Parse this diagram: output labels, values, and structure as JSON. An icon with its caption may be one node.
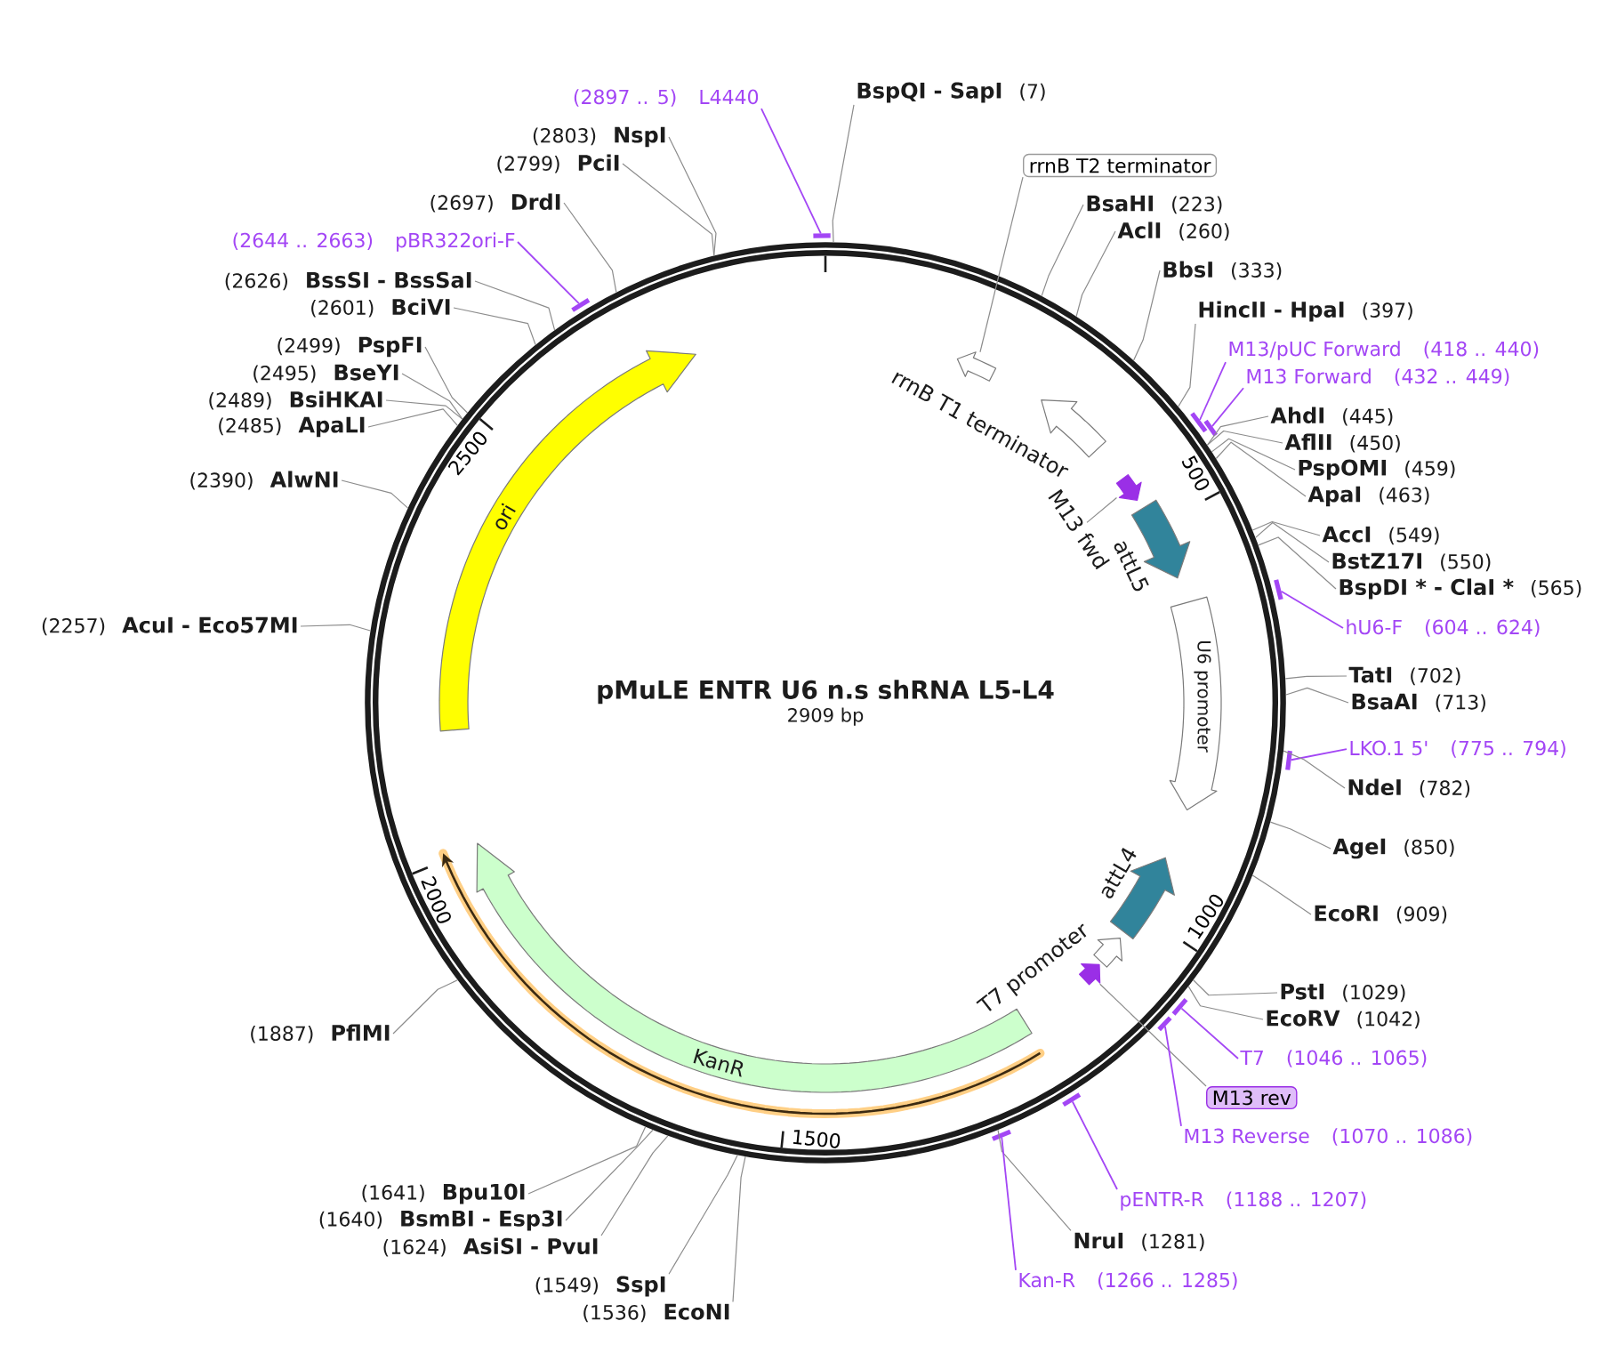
{
  "diagram": {
    "nodes": [
      {
        "text": [
          "pMuLE ENTR U6 n.s shRNA L5-L4",
          "2909 bp"
        ]
      },
      {
        "text": [
          "BspQI",
          "- SapI",
          "(7)"
        ]
      },
      {
        "text": [
          "rrnB T2 terminator"
        ]
      },
      {
        "text": [
          "BsaHI",
          "(223)"
        ]
      },
      {
        "text": [
          "AclI",
          "(260)"
        ]
      },
      {
        "text": [
          "BbsI",
          "(333)"
        ]
      },
      {
        "text": [
          "HincII",
          "- HpaI",
          "(397)"
        ]
      },
      {
        "text": [
          "M13/pUC Forward",
          "(418 .. 440)"
        ]
      },
      {
        "text": [
          "M13 Forward",
          "(432 .. 449)"
        ]
      },
      {
        "text": [
          "AhdI",
          "(445)"
        ]
      },
      {
        "text": [
          "AflII",
          "(450)"
        ]
      },
      {
        "text": [
          "PspOMI",
          "(459)"
        ]
      },
      {
        "text": [
          "ApaI",
          "(463)"
        ]
      },
      {
        "text": [
          "AccI",
          "(549)"
        ]
      },
      {
        "text": [
          "BstZ17I",
          "(550)"
        ]
      },
      {
        "text": [
          "BspDI *",
          "- ClaI *",
          "(565)"
        ]
      },
      {
        "text": [
          "hU6-F",
          "(604 .. 624)"
        ]
      },
      {
        "text": [
          "TatI",
          "(702)"
        ]
      },
      {
        "text": [
          "BsaAI",
          "(713)"
        ]
      },
      {
        "text": [
          "LKO.1 5'",
          "(775 .. 794)"
        ]
      },
      {
        "text": [
          "NdeI",
          "(782)"
        ]
      },
      {
        "text": [
          "AgeI",
          "(850)"
        ]
      },
      {
        "text": [
          "EcoRI",
          "(909)"
        ]
      },
      {
        "text": [
          "PstI",
          "(1029)"
        ]
      },
      {
        "text": [
          "EcoRV",
          "(1042)"
        ]
      },
      {
        "text": [
          "T7",
          "(1046 .. 1065)"
        ]
      },
      {
        "text": [
          "M13 rev"
        ]
      },
      {
        "text": [
          "M13 Reverse",
          "(1070 .. 1086)"
        ]
      },
      {
        "text": [
          "pENTR-R",
          "(1188 .. 1207)"
        ]
      },
      {
        "text": [
          "NruI",
          "(1281)"
        ]
      },
      {
        "text": [
          "Kan-R",
          "(1266 .. 1285)"
        ]
      },
      {
        "text": [
          "(1536)",
          "EcoNI"
        ]
      },
      {
        "text": [
          "(1549)",
          "SspI"
        ]
      },
      {
        "text": [
          "(1624)",
          "AsiSI",
          "- PvuI"
        ]
      },
      {
        "text": [
          "(1640)",
          "BsmBI",
          "- Esp3I"
        ]
      },
      {
        "text": [
          "(1641)",
          "Bpu10I"
        ]
      },
      {
        "text": [
          "(1887)",
          "PflMI"
        ]
      },
      {
        "text": [
          "(2257)",
          "AcuI",
          "- Eco57MI"
        ]
      },
      {
        "text": [
          "(2390)",
          "AlwNI"
        ]
      },
      {
        "text": [
          "(2485)",
          "ApaLI"
        ]
      },
      {
        "text": [
          "(2489)",
          "BsiHKAI"
        ]
      },
      {
        "text": [
          "(2495)",
          "BseYI"
        ]
      },
      {
        "text": [
          "(2499)",
          "PspFI"
        ]
      },
      {
        "text": [
          "(2601)",
          "BciVI"
        ]
      },
      {
        "text": [
          "(2626)",
          "BssSI",
          "- BssSaI"
        ]
      },
      {
        "text": [
          "(2644 .. 2663)",
          "pBR322ori-F"
        ]
      },
      {
        "text": [
          "(2697)",
          "DrdI"
        ]
      },
      {
        "text": [
          "(2799)",
          "PciI"
        ]
      },
      {
        "text": [
          "(2803)",
          "NspI"
        ]
      },
      {
        "text": [
          "(2897 .. 5)",
          "L4440"
        ]
      },
      {
        "text": [],
        "shape": "bar"
      },
      {
        "text": [],
        "shape": "bar"
      },
      {
        "text": [],
        "shape": "bar"
      },
      {
        "text": [],
        "shape": "bar"
      },
      {
        "text": [],
        "shape": "bar"
      },
      {
        "text": [],
        "shape": "bar"
      },
      {
        "text": [],
        "shape": "bar"
      },
      {
        "text": [],
        "shape": "bar"
      },
      {
        "text": [],
        "shape": "bar"
      },
      {
        "text": [],
        "shape": "bar"
      },
      {
        "text": [],
        "shape": "band",
        "in": 0
      },
      {
        "text": [
          "rrnB T1 terminator"
        ],
        "in": 0
      },
      {
        "text": [
          "M13 fwd"
        ],
        "in": 0
      },
      {
        "text": [],
        "shape": "band",
        "in": 0
      },
      {
        "text": [
          "attL5"
        ],
        "in": 0
      },
      {
        "text": [
          "U6 promoter"
        ],
        "in": 0
      },
      {
        "text": [
          "attL4"
        ],
        "in": 0
      },
      {
        "text": [
          "T7 promoter"
        ],
        "in": 0
      },
      {
        "text": [],
        "shape": "band",
        "in": 0
      },
      {
        "text": [
          "KanR"
        ],
        "in": 0
      },
      {
        "text": [],
        "shape": "arrow",
        "in": 0
      },
      {
        "text": [
          "ori"
        ],
        "in": 0
      }
    ],
    "edges": [
      {
        "from": 1,
        "to": 0,
        "arrow": "none"
      },
      {
        "from": 2,
        "to": 60,
        "arrow": "none"
      },
      {
        "from": 3,
        "to": 0,
        "arrow": "none"
      },
      {
        "from": 4,
        "to": 0,
        "arrow": "none"
      },
      {
        "from": 5,
        "to": 0,
        "arrow": "none"
      },
      {
        "from": 6,
        "to": 0,
        "arrow": "none"
      },
      {
        "from": 7,
        "to": 51,
        "arrow": "none",
        "color": "#a346f5"
      },
      {
        "from": 8,
        "to": 52,
        "arrow": "none",
        "color": "#a346f5"
      },
      {
        "from": 9,
        "to": 0,
        "arrow": "none"
      },
      {
        "from": 10,
        "to": 0,
        "arrow": "none"
      },
      {
        "from": 11,
        "to": 0,
        "arrow": "none"
      },
      {
        "from": 12,
        "to": 0,
        "arrow": "none"
      },
      {
        "from": 13,
        "to": 0,
        "arrow": "none"
      },
      {
        "from": 14,
        "to": 0,
        "arrow": "none"
      },
      {
        "from": 15,
        "to": 0,
        "arrow": "none"
      },
      {
        "from": 16,
        "to": 53,
        "arrow": "none",
        "color": "#a346f5"
      },
      {
        "from": 17,
        "to": 0,
        "arrow": "none"
      },
      {
        "from": 18,
        "to": 0,
        "arrow": "none"
      },
      {
        "from": 19,
        "to": 54,
        "arrow": "none",
        "color": "#a346f5"
      },
      {
        "from": 20,
        "to": 0,
        "arrow": "none"
      },
      {
        "from": 21,
        "to": 0,
        "arrow": "none"
      },
      {
        "from": 22,
        "to": 0,
        "arrow": "none"
      },
      {
        "from": 23,
        "to": 0,
        "arrow": "none"
      },
      {
        "from": 24,
        "to": 0,
        "arrow": "none"
      },
      {
        "from": 25,
        "to": 55,
        "arrow": "none",
        "color": "#a346f5"
      },
      {
        "from": 26,
        "to": 68,
        "arrow": "none"
      },
      {
        "from": 27,
        "to": 56,
        "arrow": "none",
        "color": "#a346f5"
      },
      {
        "from": 28,
        "to": 57,
        "arrow": "none",
        "color": "#a346f5"
      },
      {
        "from": 29,
        "to": 0,
        "arrow": "none"
      },
      {
        "from": 30,
        "to": 58,
        "arrow": "none",
        "color": "#a346f5"
      },
      {
        "from": 31,
        "to": 0,
        "arrow": "none"
      },
      {
        "from": 32,
        "to": 0,
        "arrow": "none"
      },
      {
        "from": 33,
        "to": 0,
        "arrow": "none"
      },
      {
        "from": 34,
        "to": 0,
        "arrow": "none"
      },
      {
        "from": 35,
        "to": 0,
        "arrow": "none"
      },
      {
        "from": 36,
        "to": 0,
        "arrow": "none"
      },
      {
        "from": 37,
        "to": 0,
        "arrow": "none"
      },
      {
        "from": 38,
        "to": 0,
        "arrow": "none"
      },
      {
        "from": 39,
        "to": 0,
        "arrow": "none"
      },
      {
        "from": 40,
        "to": 0,
        "arrow": "none"
      },
      {
        "from": 41,
        "to": 0,
        "arrow": "none"
      },
      {
        "from": 42,
        "to": 0,
        "arrow": "none"
      },
      {
        "from": 43,
        "to": 0,
        "arrow": "none"
      },
      {
        "from": 44,
        "to": 0,
        "arrow": "none"
      },
      {
        "from": 45,
        "to": 59,
        "arrow": "none",
        "color": "#a346f5"
      },
      {
        "from": 46,
        "to": 0,
        "arrow": "none"
      },
      {
        "from": 47,
        "to": 0,
        "arrow": "none"
      },
      {
        "from": 48,
        "to": 0,
        "arrow": "none"
      },
      {
        "from": 49,
        "to": 50,
        "arrow": "none",
        "color": "#a346f5"
      },
      {
        "from": 62,
        "to": 63,
        "arrow": "none"
      }
    ],
    "labels": [
      "500",
      "1000",
      "1500",
      "2000",
      "2500"
    ]
  }
}
